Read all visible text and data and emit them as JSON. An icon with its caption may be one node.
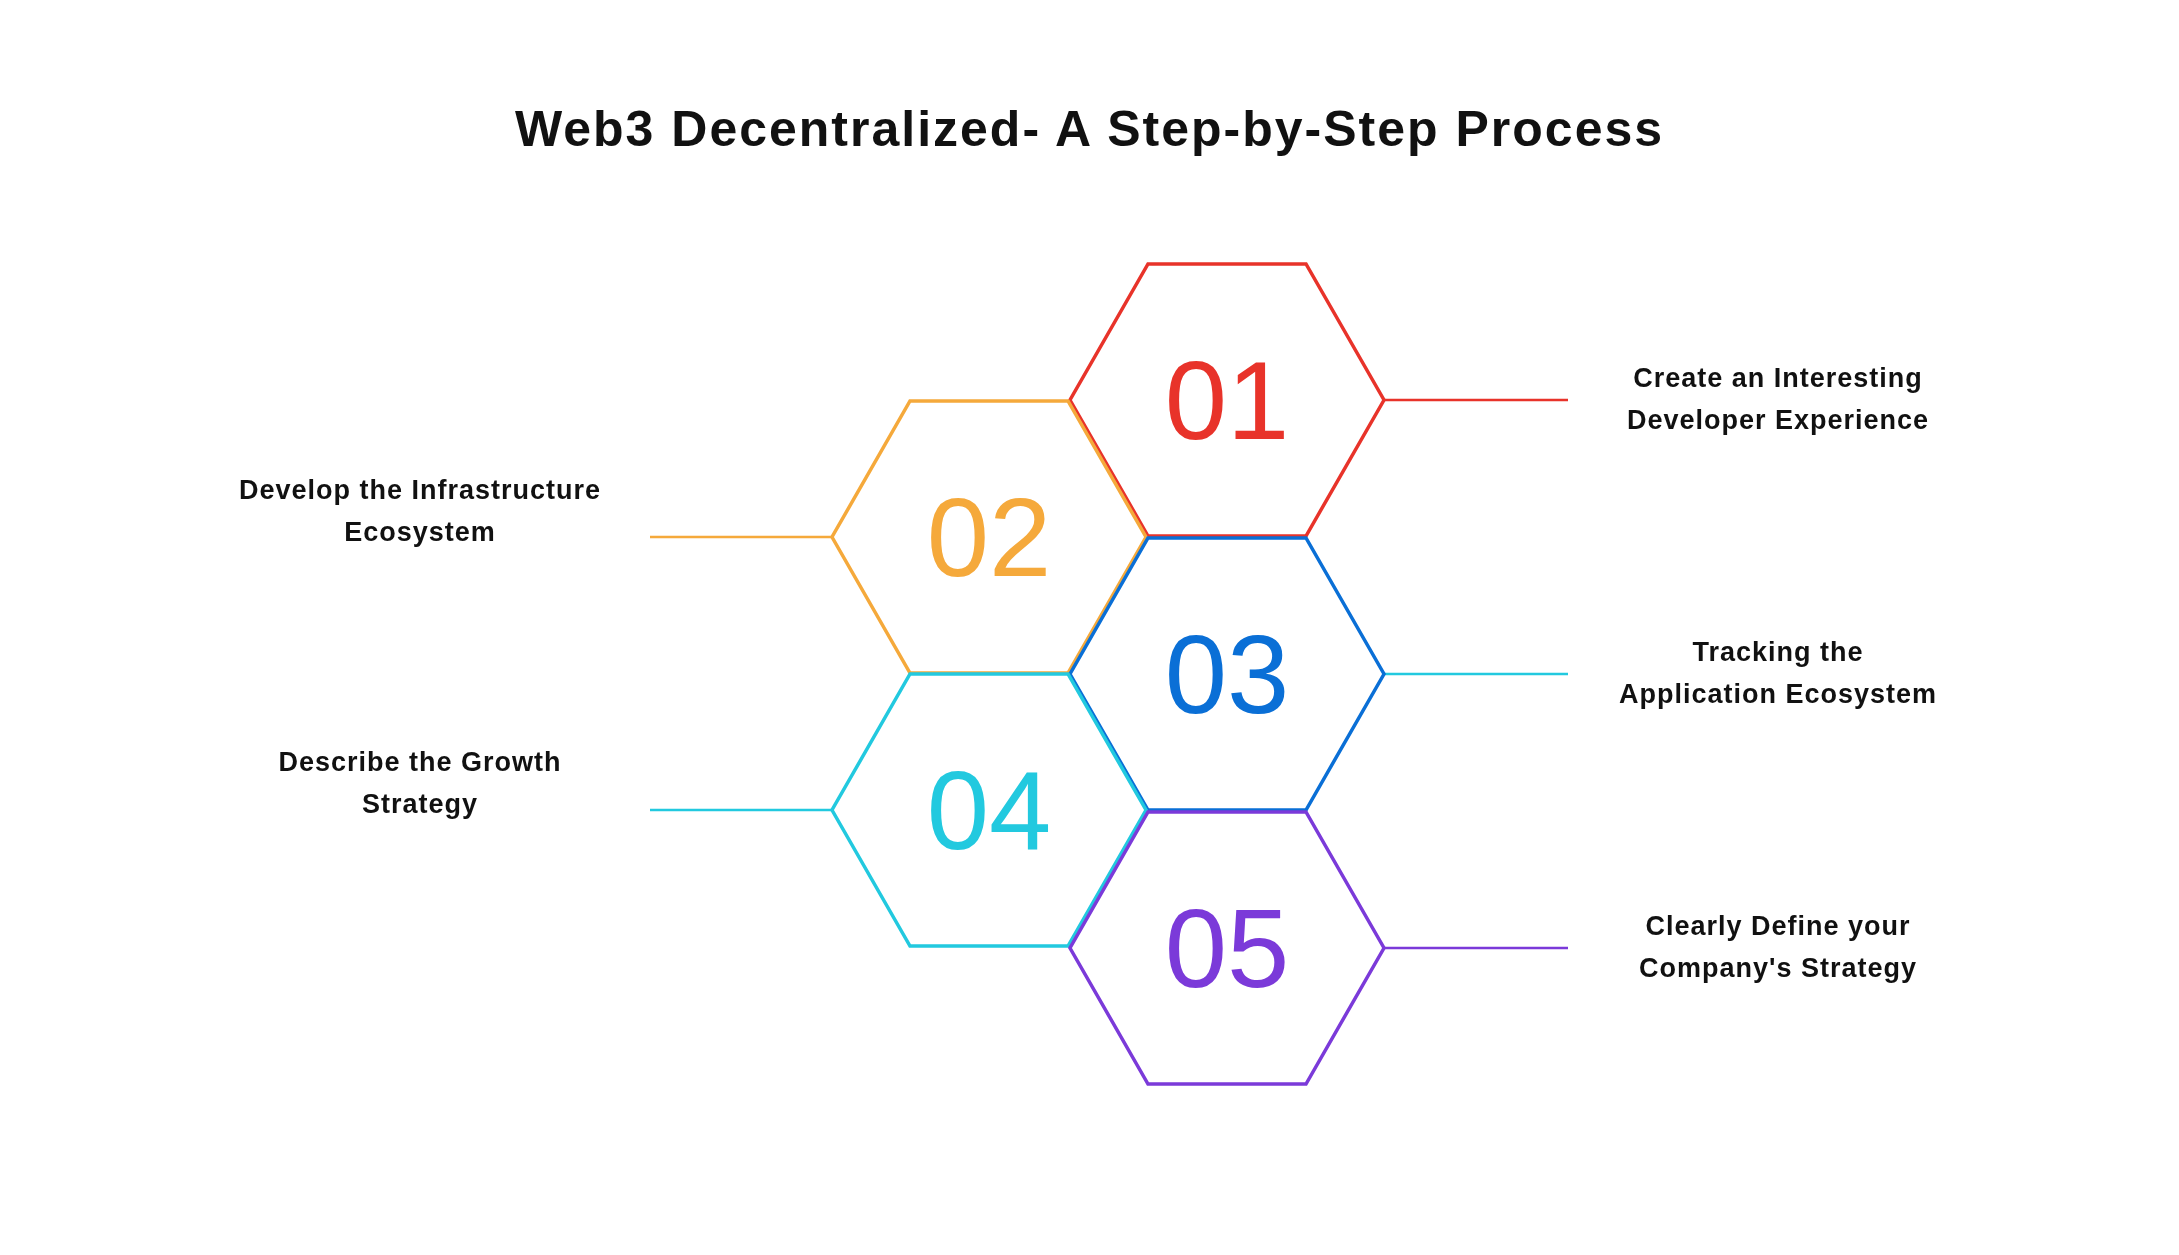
{
  "diagram": {
    "title": "Web3 Decentralized- A Step-by-Step Process",
    "nodes": [
      {
        "text": [
          "01"
        ]
      },
      {
        "text": [
          "02"
        ]
      },
      {
        "text": [
          "03"
        ]
      },
      {
        "text": [
          "04"
        ]
      },
      {
        "text": [
          "05"
        ]
      },
      {
        "text": [
          "Create an Interesting Developer Experience"
        ]
      },
      {
        "text": [
          "Develop the Infrastructure Ecosystem"
        ]
      },
      {
        "text": [
          "Tracking the Application Ecosystem"
        ]
      },
      {
        "text": [
          "Describe the Growth Strategy"
        ]
      },
      {
        "text": [
          "Clearly Define your Company's Strategy"
        ]
      }
    ],
    "edges": [
      {
        "from": 0,
        "to": 5,
        "arrow": "none",
        "color": "#e8332a"
      },
      {
        "from": 1,
        "to": 6,
        "arrow": "none",
        "color": "#f5a93b"
      },
      {
        "from": 2,
        "to": 7,
        "arrow": "none",
        "color": "#22c9df"
      },
      {
        "from": 3,
        "to": 8,
        "arrow": "none",
        "color": "#22c9df"
      },
      {
        "from": 4,
        "to": 9,
        "arrow": "none",
        "color": "#7b3ad9"
      }
    ]
  }
}
